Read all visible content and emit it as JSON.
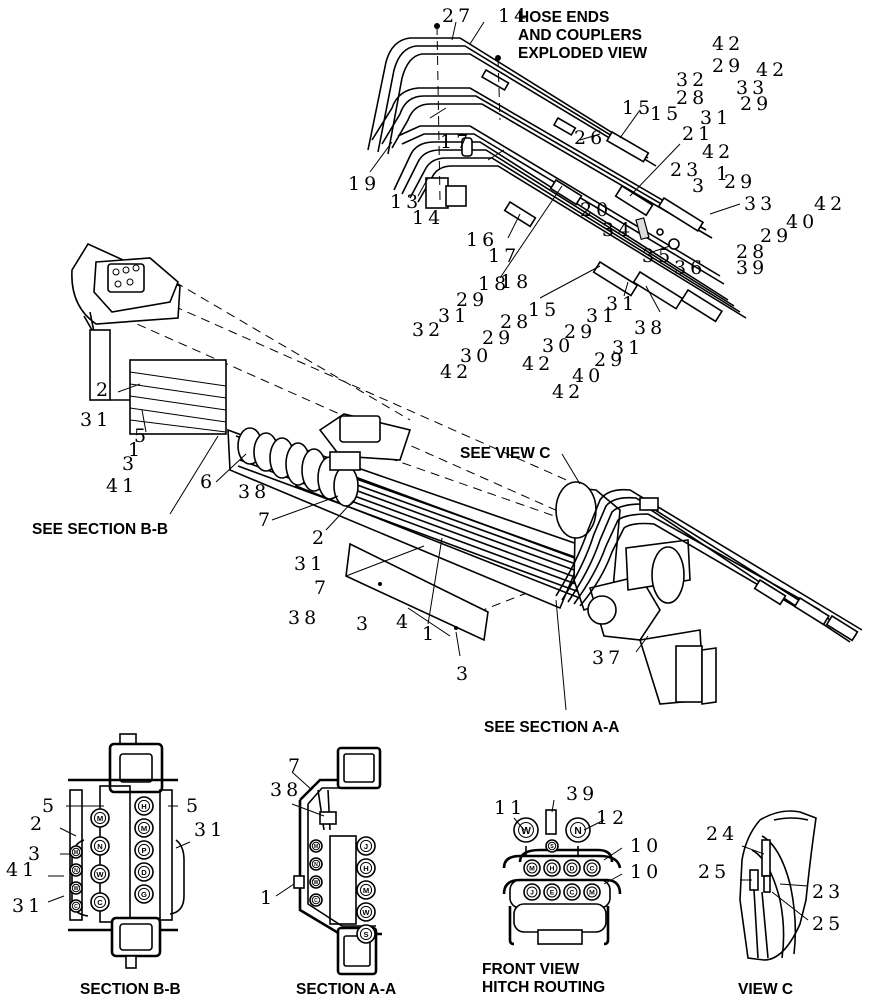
{
  "captions": {
    "exploded_title_1": "HOSE ENDS",
    "exploded_title_2": "AND COUPLERS",
    "exploded_title_3": "EXPLODED VIEW",
    "see_view_c": "SEE VIEW C",
    "see_section_bb": "SEE SECTION B-B",
    "see_section_aa": "SEE SECTION A-A",
    "section_bb": "SECTION B-B",
    "section_aa": "SECTION A-A",
    "front_view_1": "FRONT VIEW",
    "front_view_2": "HITCH ROUTING",
    "view_c": "VIEW C"
  },
  "callouts": {
    "ex_27": "27",
    "ex_14_top": "14",
    "ex_42_a": "42",
    "ex_29_a": "29",
    "ex_42_b": "42",
    "ex_32_a": "32",
    "ex_28_a": "28",
    "ex_33_a": "33",
    "ex_29_b": "29",
    "ex_15_a": "15",
    "ex_31_a": "31",
    "ex_26": "26",
    "ex_21": "21",
    "ex_42_c": "42",
    "ex_19": "19",
    "ex_17_a": "17",
    "ex_13": "13",
    "ex_14_b": "14",
    "ex_23": "23",
    "ex_3_a": "3",
    "ex_1": "1",
    "ex_29_c": "29",
    "ex_33_b": "33",
    "ex_42_d": "42",
    "ex_20": "20",
    "ex_40": "40",
    "ex_16": "16",
    "ex_34": "34",
    "ex_29_d": "29",
    "ex_17_b": "17",
    "ex_35": "35",
    "ex_28_b": "28",
    "ex_36": "36",
    "ex_39": "39",
    "ex_18": "18",
    "ex_15_b": "15",
    "ex_31_b": "31",
    "ex_18_b": "18",
    "ex_29_e": "29",
    "ex_31_c": "31",
    "ex_32_b": "32",
    "ex_28_c": "28",
    "ex_31_d": "31",
    "ex_29_f": "29",
    "ex_38_a": "38",
    "ex_30_a": "30",
    "ex_30_b": "30",
    "ex_31_e": "31",
    "ex_42_e": "42",
    "ex_42_f": "42",
    "ex_29_g": "29",
    "ex_40_b": "40",
    "ex_42_g": "42",
    "m_2": "2",
    "m_31_a": "31",
    "m_5": "5",
    "m_1_a": "1",
    "m_3_a": "3",
    "m_41": "41",
    "m_6": "6",
    "m_38_a": "38",
    "m_7_a": "7",
    "m_2_b": "2",
    "m_31_b": "31",
    "m_7_b": "7",
    "m_38_b": "38",
    "m_3_b": "3",
    "m_4": "4",
    "m_1_b": "1",
    "m_3_c": "3",
    "m_37": "37",
    "bb_5_l": "5",
    "bb_5_r": "5",
    "bb_2": "2",
    "bb_3": "3",
    "bb_41": "41",
    "bb_31_l": "31",
    "bb_31_r": "31",
    "aa_7": "7",
    "aa_38": "38",
    "aa_1": "1",
    "fv_11": "11",
    "fv_39": "39",
    "fv_12": "12",
    "fv_10_a": "10",
    "fv_10_b": "10",
    "vc_24": "24",
    "vc_25_a": "25",
    "vc_23": "23",
    "vc_25_b": "25"
  },
  "port_letters": {
    "bb_right": [
      "H",
      "M",
      "P",
      "D",
      "G"
    ],
    "bb_left": [
      "M",
      "N",
      "W",
      "C"
    ],
    "aa_right": [
      "J",
      "H",
      "M",
      "W",
      "S"
    ],
    "aa_left": [
      "M",
      "N",
      "W",
      "C"
    ],
    "fv_gauges": [
      "W",
      "S",
      "N"
    ],
    "fv_row1": [
      "M",
      "H",
      "D",
      "C"
    ],
    "fv_row2": [
      "J",
      "E",
      "C",
      "M"
    ]
  }
}
